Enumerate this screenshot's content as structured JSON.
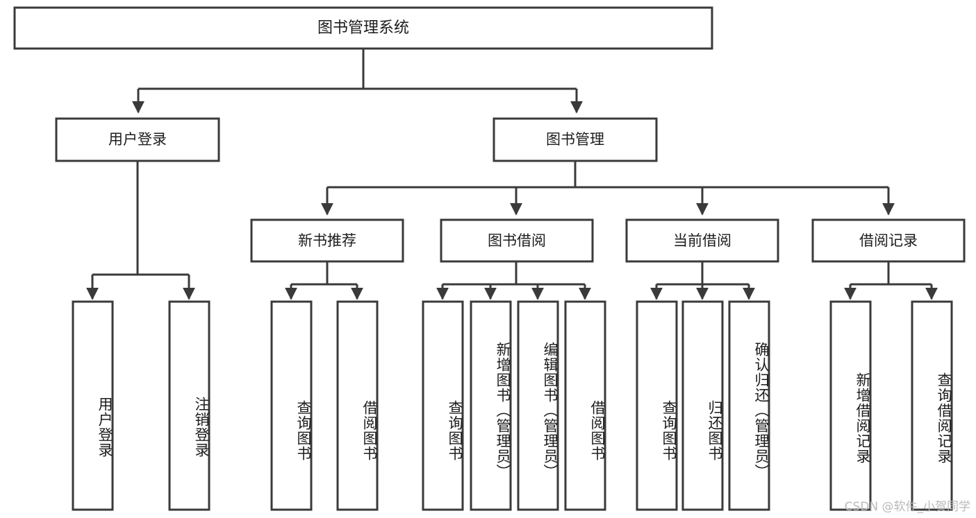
{
  "diagram": {
    "title": "图书管理系统",
    "watermark": "CSDN @软件_小贺同学",
    "type": "tree-hierarchy-function-structure",
    "colors": {
      "stroke": "#3a3a3a",
      "fill": "#ffffff",
      "text": "#1c1c1c",
      "watermark": "#b9b9b9"
    },
    "nodes": {
      "root": {
        "label": "图书管理系统"
      },
      "level2": [
        {
          "id": "user-login",
          "label": "用户登录"
        },
        {
          "id": "book-manage",
          "label": "图书管理"
        }
      ],
      "level3": [
        {
          "id": "new-book-recommend",
          "label": "新书推荐"
        },
        {
          "id": "book-borrow",
          "label": "图书借阅"
        },
        {
          "id": "current-borrow",
          "label": "当前借阅"
        },
        {
          "id": "borrow-record",
          "label": "借阅记录"
        }
      ],
      "leaves": {
        "user-login": [
          {
            "id": "leaf-user-login",
            "label": "用户登录"
          },
          {
            "id": "leaf-logout-login",
            "label": "注销登录"
          }
        ],
        "new-book-recommend": [
          {
            "id": "leaf-query-book-1",
            "label": "查询图书"
          },
          {
            "id": "leaf-borrow-book-1",
            "label": "借阅图书"
          }
        ],
        "book-borrow": [
          {
            "id": "leaf-query-book-2",
            "label": "查询图书"
          },
          {
            "id": "leaf-add-book",
            "label": "新增图书（管理员）"
          },
          {
            "id": "leaf-edit-book",
            "label": "编辑图书（管理员）"
          },
          {
            "id": "leaf-borrow-book-2",
            "label": "借阅图书"
          }
        ],
        "current-borrow": [
          {
            "id": "leaf-query-book-3",
            "label": "查询图书"
          },
          {
            "id": "leaf-return-book",
            "label": "归还图书"
          },
          {
            "id": "leaf-confirm-return",
            "label": "确认归还（管理员）"
          }
        ],
        "borrow-record": [
          {
            "id": "leaf-add-record",
            "label": "新增借阅记录"
          },
          {
            "id": "leaf-query-record",
            "label": "查询借阅记录"
          }
        ]
      }
    }
  }
}
